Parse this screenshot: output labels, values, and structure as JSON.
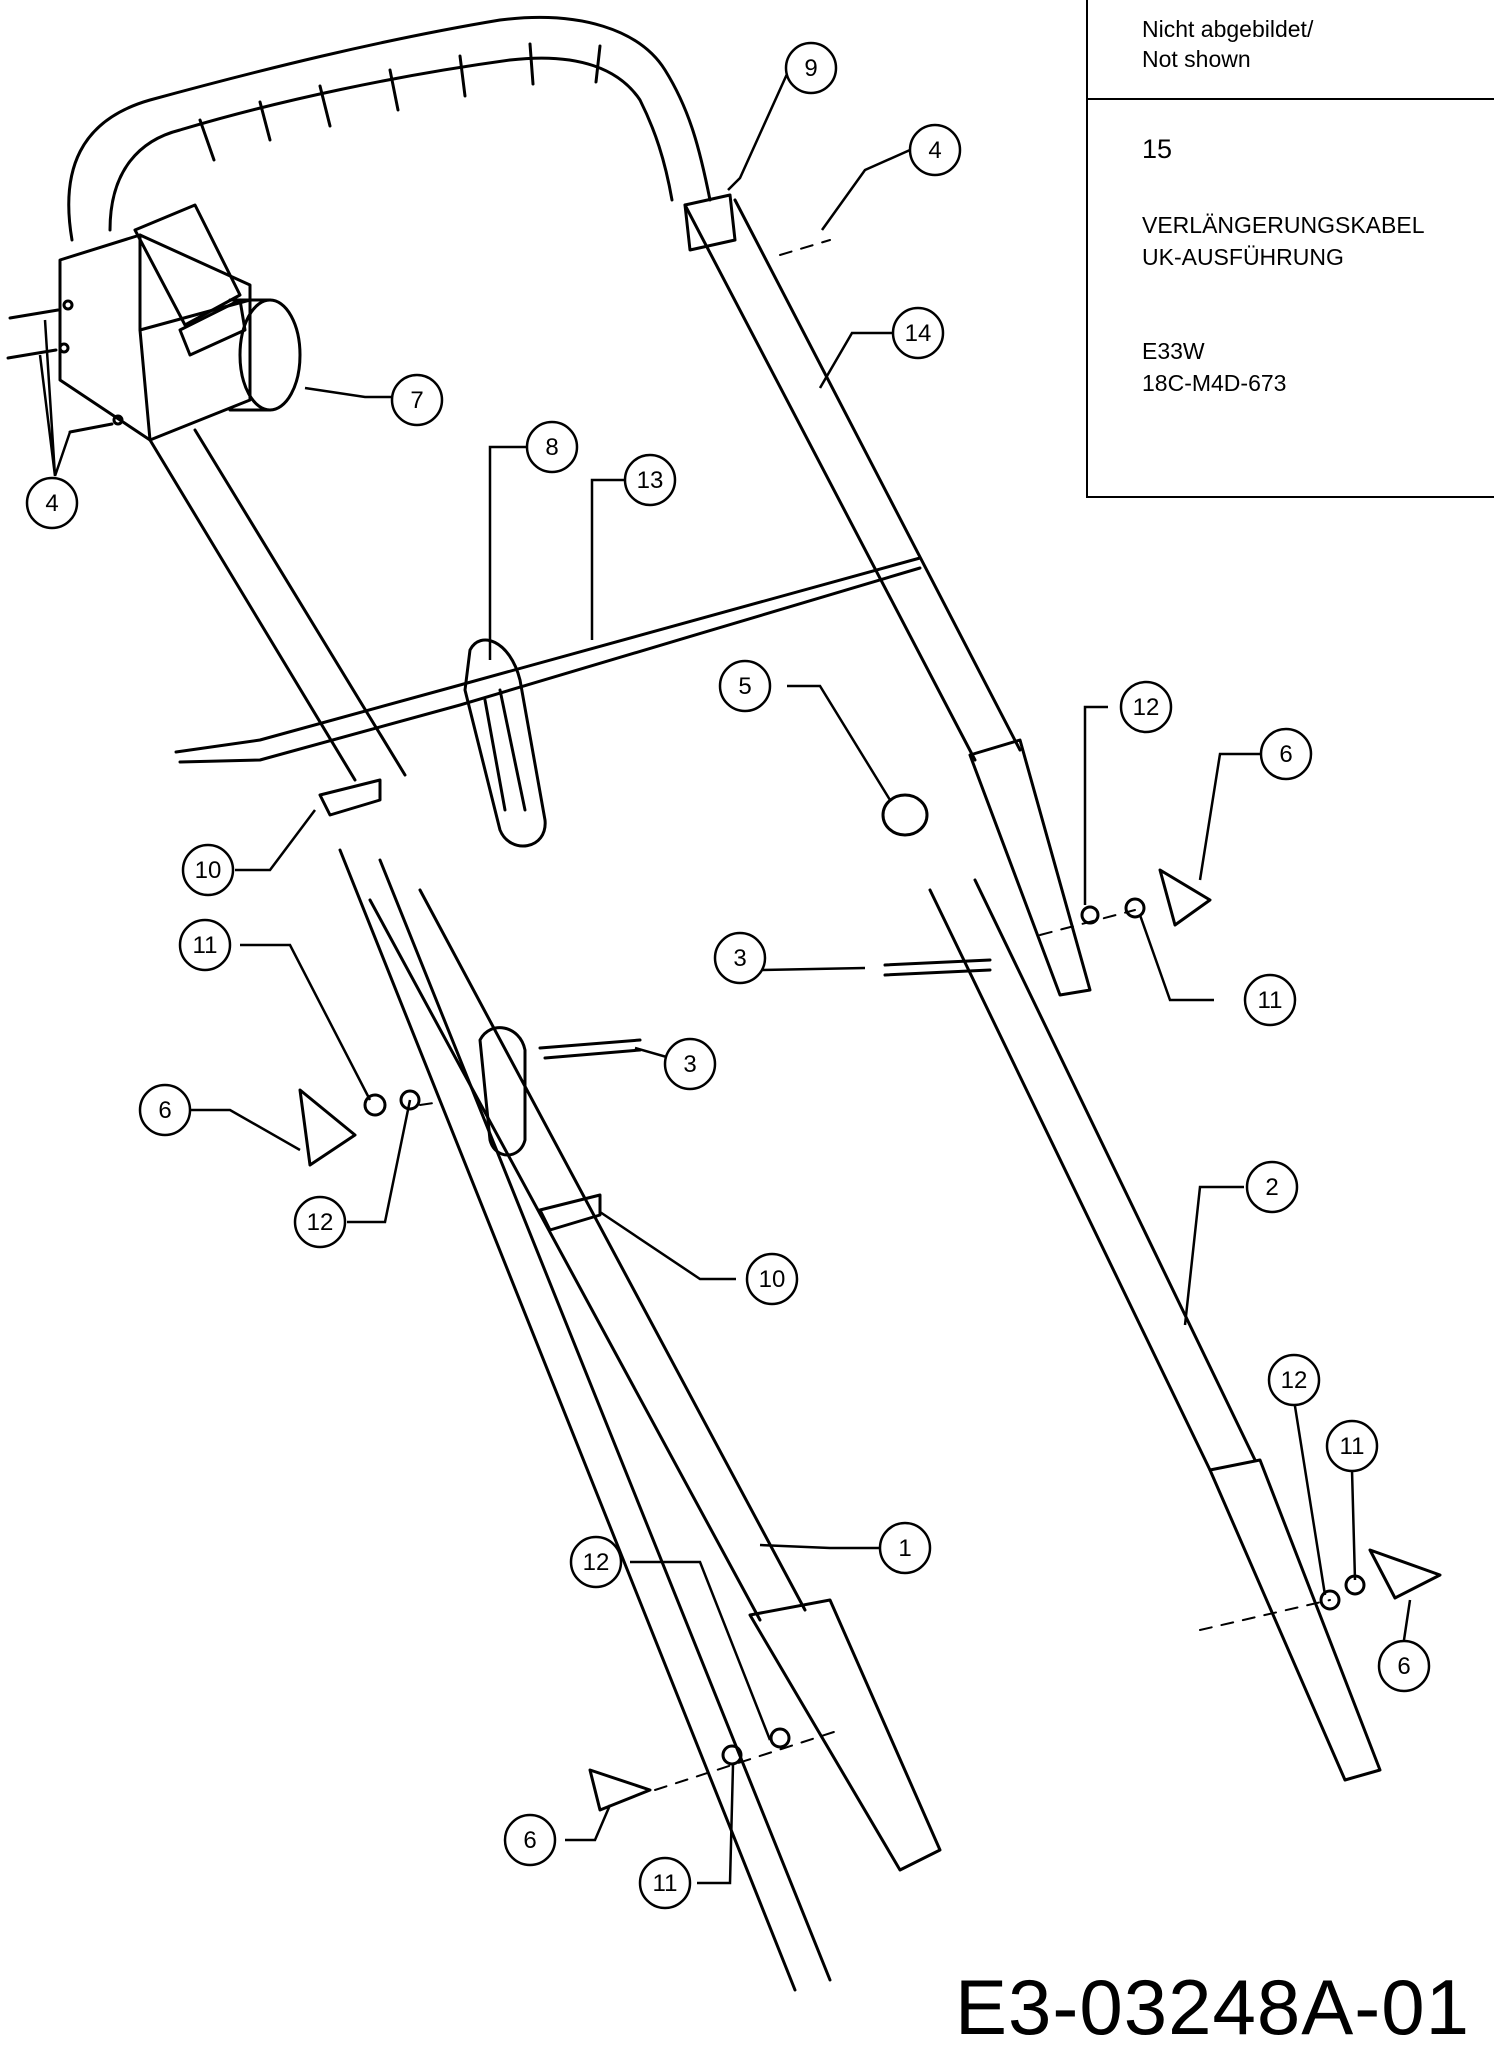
{
  "info_box": {
    "note_line1": "Nicht abgebildet/",
    "note_line2": "Not shown",
    "part_number": "15",
    "description_line1": "VERLÄNGERUNGSKABEL",
    "description_line2": "UK-AUSFÜHRUNG",
    "model_line1": "E33W",
    "model_line2": "18C-M4D-673"
  },
  "diagram_id": "E3-03248A-01",
  "callouts": [
    {
      "id": "9-top",
      "label": "9"
    },
    {
      "id": "4-top",
      "label": "4"
    },
    {
      "id": "14",
      "label": "14"
    },
    {
      "id": "7",
      "label": "7"
    },
    {
      "id": "4-left",
      "label": "4"
    },
    {
      "id": "8",
      "label": "8"
    },
    {
      "id": "13",
      "label": "13"
    },
    {
      "id": "5",
      "label": "5"
    },
    {
      "id": "12-right-upper",
      "label": "12"
    },
    {
      "id": "6-right-upper",
      "label": "6"
    },
    {
      "id": "10-left",
      "label": "10"
    },
    {
      "id": "11-left",
      "label": "11"
    },
    {
      "id": "3-right",
      "label": "3"
    },
    {
      "id": "11-right-upper",
      "label": "11"
    },
    {
      "id": "3-mid",
      "label": "3"
    },
    {
      "id": "6-left",
      "label": "6"
    },
    {
      "id": "12-left",
      "label": "12"
    },
    {
      "id": "10-mid",
      "label": "10"
    },
    {
      "id": "2",
      "label": "2"
    },
    {
      "id": "12-right-lower",
      "label": "12"
    },
    {
      "id": "11-right-lower",
      "label": "11"
    },
    {
      "id": "1",
      "label": "1"
    },
    {
      "id": "12-bottom",
      "label": "12"
    },
    {
      "id": "6-right-lower",
      "label": "6"
    },
    {
      "id": "6-bottom",
      "label": "6"
    },
    {
      "id": "11-bottom",
      "label": "11"
    }
  ]
}
